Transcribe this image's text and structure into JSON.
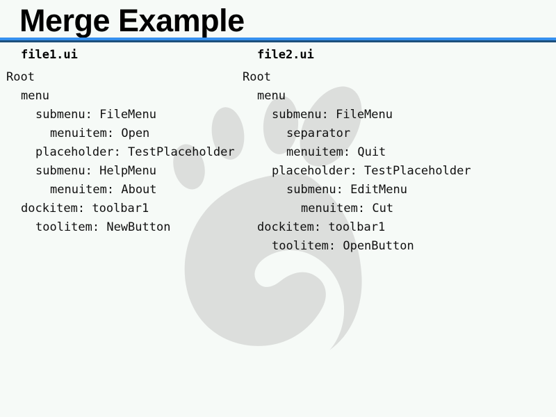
{
  "slide": {
    "title": "Merge Example",
    "background_color": "#f6faf7",
    "rule_color": "#3690ef",
    "rule_shadow_color": "#1c4f7c",
    "watermark": "gnome-foot-logo",
    "watermark_color": "#dcdedc"
  },
  "columns": [
    {
      "file_label": "file1.ui",
      "lines": [
        {
          "indent": 0,
          "text": "Root"
        },
        {
          "indent": 1,
          "text": "menu"
        },
        {
          "indent": 2,
          "text": "submenu: FileMenu"
        },
        {
          "indent": 3,
          "text": "menuitem: Open"
        },
        {
          "indent": 2,
          "text": "placeholder: TestPlaceholder"
        },
        {
          "indent": 2,
          "text": "submenu: HelpMenu"
        },
        {
          "indent": 3,
          "text": "menuitem: About"
        },
        {
          "indent": 1,
          "text": "dockitem: toolbar1"
        },
        {
          "indent": 2,
          "text": "toolitem: NewButton"
        }
      ]
    },
    {
      "file_label": "file2.ui",
      "lines": [
        {
          "indent": 0,
          "text": "Root"
        },
        {
          "indent": 1,
          "text": "menu"
        },
        {
          "indent": 2,
          "text": "submenu: FileMenu"
        },
        {
          "indent": 3,
          "text": "separator"
        },
        {
          "indent": 3,
          "text": "menuitem: Quit"
        },
        {
          "indent": 2,
          "text": "placeholder: TestPlaceholder"
        },
        {
          "indent": 3,
          "text": "submenu: EditMenu"
        },
        {
          "indent": 4,
          "text": "menuitem: Cut"
        },
        {
          "indent": 1,
          "text": "dockitem: toolbar1"
        },
        {
          "indent": 2,
          "text": "toolitem: OpenButton"
        }
      ]
    }
  ]
}
